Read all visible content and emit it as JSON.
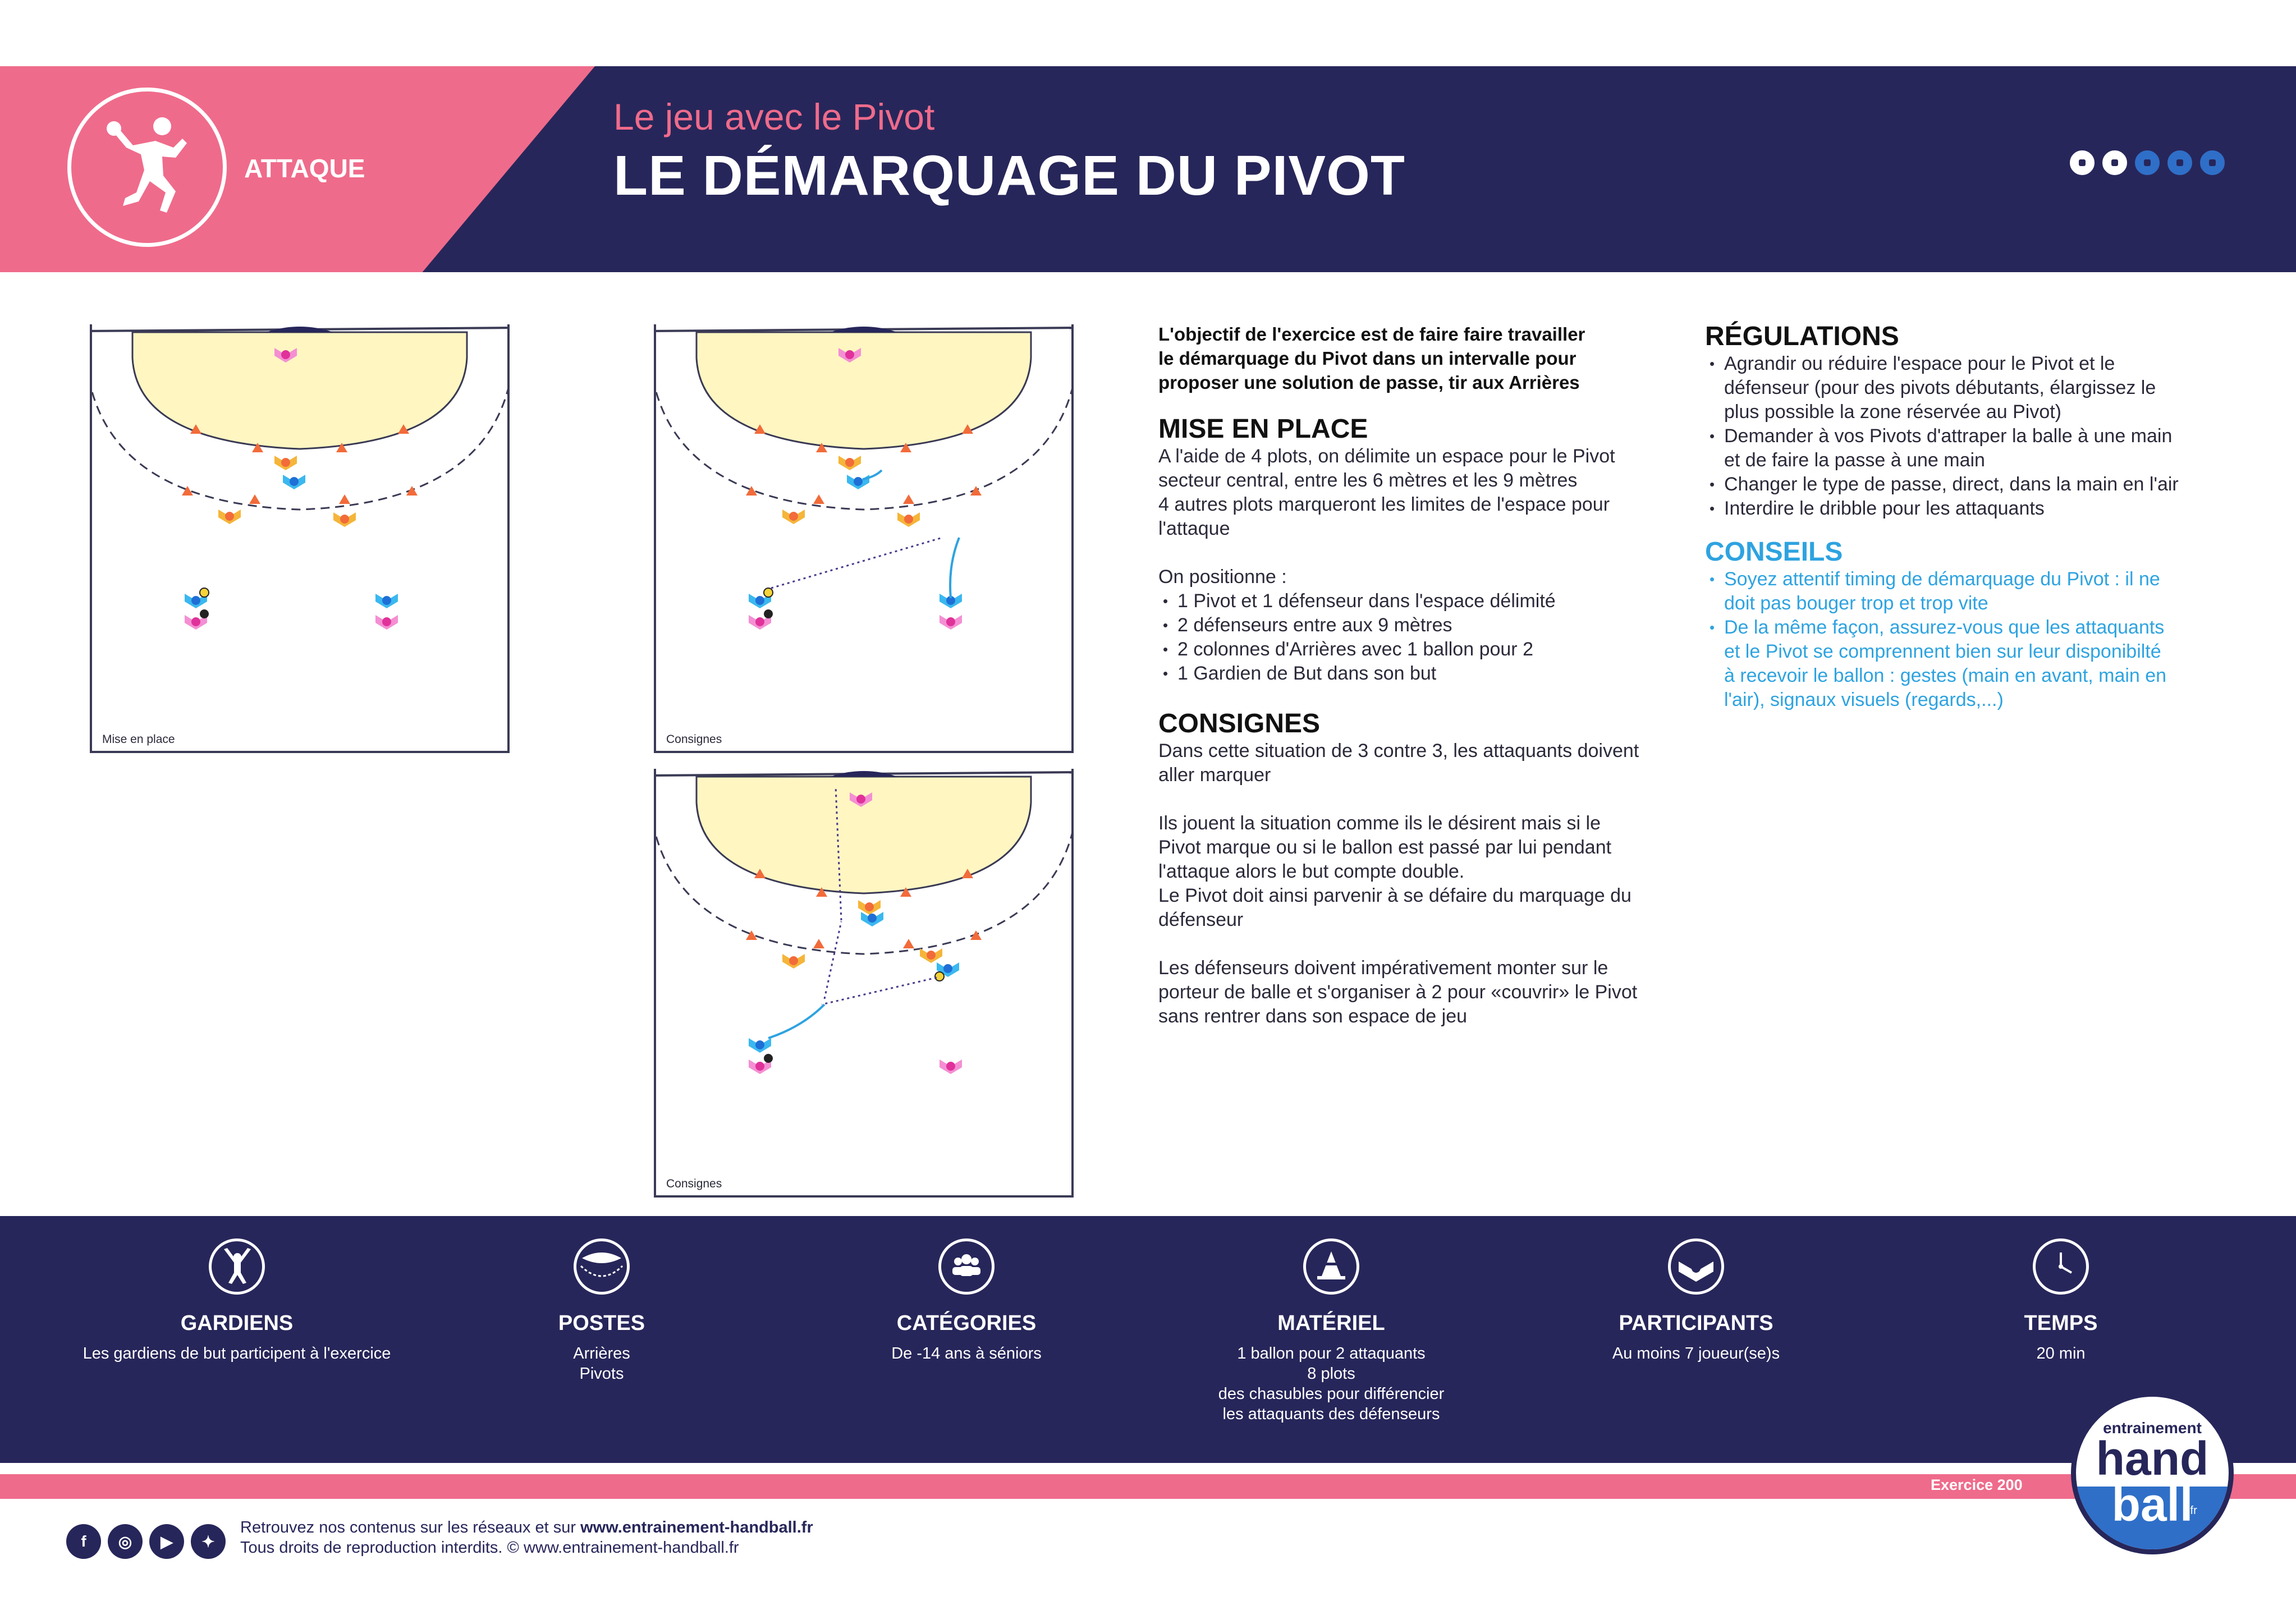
{
  "header": {
    "category": "ATTAQUE",
    "subtitle": "Le jeu avec le Pivot",
    "title": "LE DÉMARQUAGE DU PIVOT",
    "difficulty": 2,
    "difficulty_max": 5
  },
  "diagrams": [
    {
      "label": "Mise en place"
    },
    {
      "label": "Consignes"
    },
    {
      "label": "Consignes"
    }
  ],
  "content": {
    "intro": [
      "L'objectif de l'exercice est de faire faire travailler",
      "le démarquage du Pivot dans un intervalle pour",
      "proposer une solution de passe, tir aux Arrières"
    ],
    "mise_en_place": {
      "heading": "MISE EN PLACE",
      "lines": [
        "A l'aide de 4 plots, on délimite un espace pour le Pivot",
        "secteur central, entre les 6 mètres et les 9 mètres",
        "4 autres plots marqueront les limites de l'espace pour",
        "l'attaque"
      ],
      "positionne": "On positionne :",
      "bullets": [
        "1 Pivot et 1 défenseur dans l'espace délimité",
        "2 défenseurs entre aux 9 mètres",
        "2 colonnes d'Arrières avec 1 ballon pour 2",
        "1 Gardien de But dans son but"
      ]
    },
    "consignes": {
      "heading": "CONSIGNES",
      "p1": [
        "Dans cette situation de 3 contre 3, les attaquants doivent",
        "aller marquer"
      ],
      "p2": [
        "Ils jouent la situation comme ils le désirent mais si le",
        "Pivot marque ou si le ballon est passé par lui pendant",
        "l'attaque alors le but compte double.",
        "Le Pivot doit ainsi parvenir à se défaire du marquage du",
        "défenseur"
      ],
      "p3": [
        "Les défenseurs doivent impérativement monter sur le",
        "porteur de balle et s'organiser à 2 pour «couvrir» le Pivot",
        "sans rentrer dans son espace de jeu"
      ]
    },
    "regulations": {
      "heading": "RÉGULATIONS",
      "bullets": [
        [
          "Agrandir ou réduire l'espace pour le Pivot et le",
          "défenseur (pour des pivots débutants, élargissez le",
          "plus possible la zone réservée au Pivot)"
        ],
        [
          "Demander à vos Pivots d'attraper la balle à une main",
          "et de faire la passe à une main"
        ],
        [
          "Changer le type de passe, direct, dans la main en l'air"
        ],
        [
          "Interdire le dribble pour les attaquants"
        ]
      ]
    },
    "conseils": {
      "heading": "CONSEILS",
      "bullets": [
        [
          "Soyez attentif timing de démarquage du Pivot : il ne",
          "doit pas bouger trop et trop vite"
        ],
        [
          "De la même façon, assurez-vous que les attaquants",
          "et le Pivot se comprennent bien sur leur disponibilté",
          "à recevoir le ballon : gestes (main en avant, main en",
          "l'air), signaux visuels (regards,...)"
        ]
      ]
    }
  },
  "footer": {
    "features": [
      {
        "icon": "goalkeeper-icon",
        "label": "GARDIENS",
        "value": [
          "Les gardiens de but participent à l'exercice"
        ]
      },
      {
        "icon": "court-icon",
        "label": "POSTES",
        "value": [
          "Arrières",
          "Pivots"
        ]
      },
      {
        "icon": "group-icon",
        "label": "CATÉGORIES",
        "value": [
          "De -14 ans à séniors"
        ]
      },
      {
        "icon": "cone-icon",
        "label": "MATÉRIEL",
        "value": [
          "1 ballon pour 2 attaquants",
          "8 plots",
          "des chasubles pour différencier",
          "les attaquants des défenseurs"
        ]
      },
      {
        "icon": "players-icon",
        "label": "PARTICIPANTS",
        "value": [
          "Au moins 7 joueur(se)s"
        ]
      },
      {
        "icon": "clock-icon",
        "label": "TEMPS",
        "value": [
          "20 min"
        ]
      }
    ],
    "exercise": "Exercice  200",
    "logo": {
      "line1": "entrainement",
      "line2": "hand",
      "line3": "ball",
      "tld": ".fr"
    },
    "social": [
      {
        "icon": "facebook-icon",
        "glyph": "f"
      },
      {
        "icon": "instagram-icon",
        "glyph": "◎"
      },
      {
        "icon": "youtube-icon",
        "glyph": "▶"
      },
      {
        "icon": "twitter-icon",
        "glyph": "✦"
      }
    ],
    "line1_prefix": "Retrouvez nos contenus sur les réseaux et sur ",
    "line1_url": "www.entrainement-handball.fr",
    "line2": "Tous droits de reproduction interdits. © www.entrainement-handball.fr"
  },
  "colors": {
    "navy": "#27265a",
    "pink": "#ef6b8b",
    "blue": "#2ea3e0",
    "orange": "#f5a623",
    "area": "#fff6c2"
  }
}
